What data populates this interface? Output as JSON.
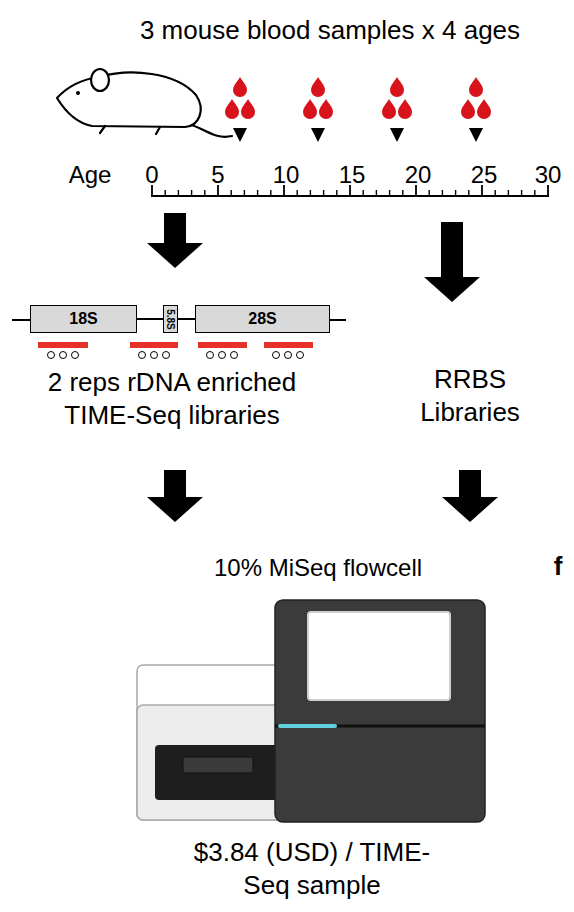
{
  "diagram": {
    "title": "3 mouse blood samples x 4 ages",
    "nodes": [
      {
        "text": [
          "18S"
        ]
      },
      {
        "text": [
          "5.8S"
        ]
      },
      {
        "text": [
          "28S"
        ]
      }
    ],
    "edges": [
      {
        "from": 0,
        "to": 1,
        "arrow": "none"
      },
      {
        "from": 1,
        "to": 2,
        "arrow": "none"
      }
    ],
    "labels": [
      "Age",
      "0",
      "5",
      "10",
      "15",
      "20",
      "25",
      "30",
      "2 reps rDNA enriched TIME-Seq libraries",
      "RRBS Libraries",
      "10% MiSeq flowcell",
      "f",
      "$3.84 (USD) / TIME-Seq sample"
    ]
  }
}
